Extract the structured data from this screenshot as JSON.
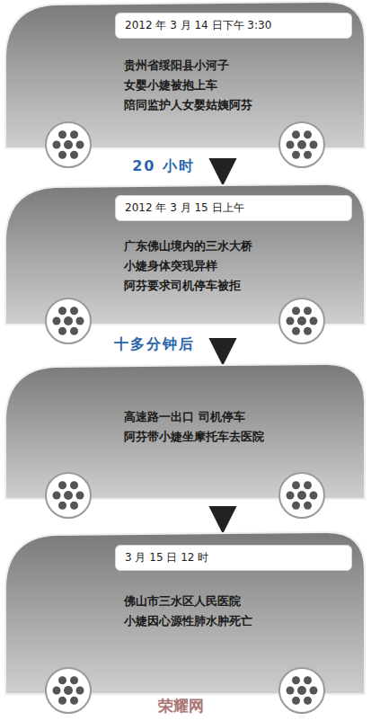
{
  "diagram": {
    "nodes": [
      {
        "text": [
          "贵州省绥阳县小河子 女婴小婕被抱上车 陪同监护人女婴姑姨阿芬"
        ]
      },
      {
        "text": [
          "2012 年 3 月 14 日下午 3:30"
        ],
        "in": 0
      },
      {
        "text": [
          "广东佛山境内的三水大桥 小婕身体突现异样 阿芬要求司机停车被拒"
        ]
      },
      {
        "text": [
          "2012 年 3 月 15 日上午"
        ],
        "in": 2
      },
      {
        "text": [
          "高速路一出口 司机停车 阿芬带小婕坐摩托车去医院"
        ]
      },
      {
        "text": [
          "佛山市三水区人民医院 小婕因心源性肺水肿死亡"
        ]
      },
      {
        "text": [
          "3 月 15 日 12 时"
        ],
        "in": 5
      }
    ],
    "edges": [
      {
        "from": 0,
        "to": 2,
        "label": "20 小时",
        "arrow": "to"
      },
      {
        "from": 2,
        "to": 4,
        "label": "十多分钟后",
        "arrow": "to"
      },
      {
        "from": 4,
        "to": 5,
        "arrow": "to"
      }
    ],
    "labels": [
      "荣耀网"
    ]
  }
}
